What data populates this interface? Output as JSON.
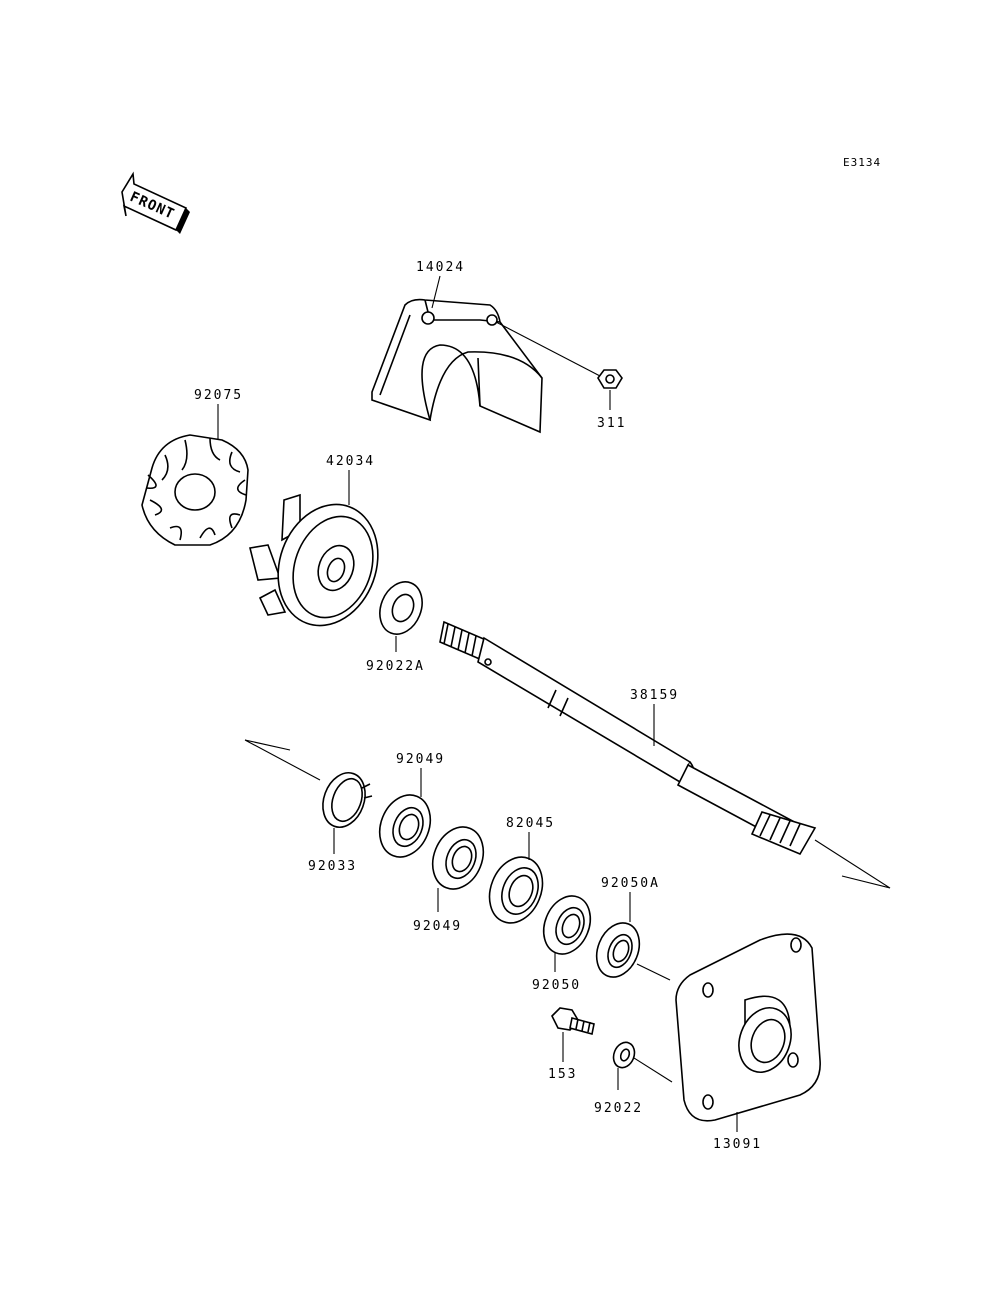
{
  "diagram_code": "E3134",
  "front_indicator": "FRONT",
  "parts": {
    "p14024": "14024",
    "p311": "311",
    "p92075": "92075",
    "p42034": "42034",
    "p92022A": "92022A",
    "p38159": "38159",
    "p92049_top": "92049",
    "p92049_bottom": "92049",
    "p92033": "92033",
    "p82045": "82045",
    "p92050A": "92050A",
    "p92050": "92050",
    "p153": "153",
    "p92022": "92022",
    "p13091": "13091"
  }
}
